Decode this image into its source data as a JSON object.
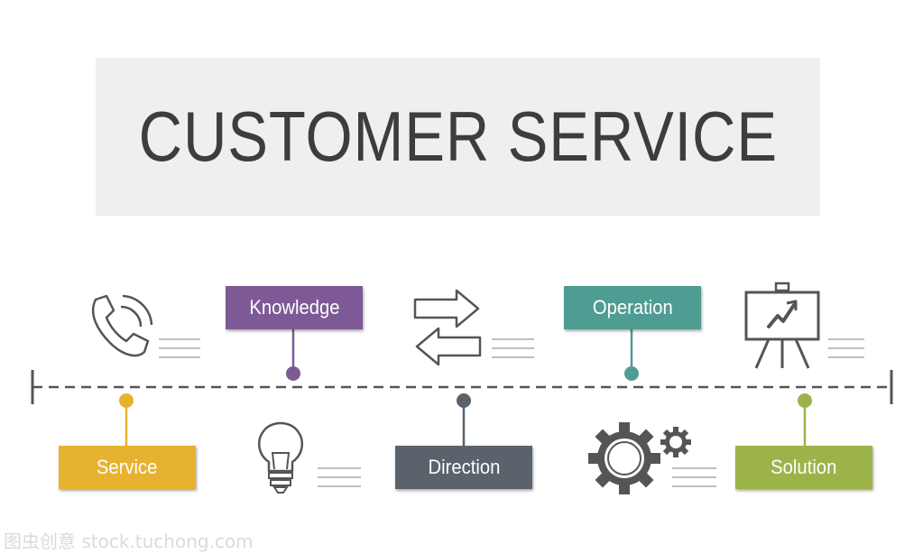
{
  "title": "CUSTOMER SERVICE",
  "steps": [
    {
      "label": "Service",
      "color": "#e7b22f",
      "position": "below",
      "icon": "phone-icon"
    },
    {
      "label": "Knowledge",
      "color": "#7d5a95",
      "position": "above",
      "icon": "lightbulb-icon"
    },
    {
      "label": "Direction",
      "color": "#5a636b",
      "position": "below",
      "icon": "exchange-arrows-icon"
    },
    {
      "label": "Operation",
      "color": "#4f9c92",
      "position": "above",
      "icon": "gears-icon"
    },
    {
      "label": "Solution",
      "color": "#9cb34a",
      "position": "below",
      "icon": "presentation-board-icon"
    }
  ],
  "watermark": "图虫创意 stock.tuchong.com"
}
